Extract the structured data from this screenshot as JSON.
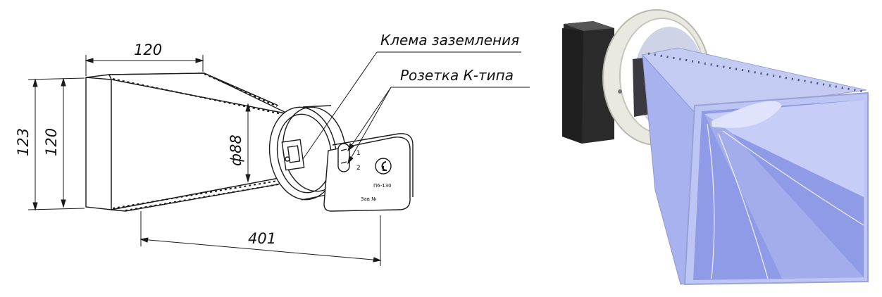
{
  "drawing": {
    "dimensions": {
      "width_top": "120",
      "height_outer": "123",
      "height_inner": "120",
      "diameter": "ф88",
      "length": "401"
    },
    "callouts": {
      "ground_terminal": "Клема заземления",
      "k_socket": "Розетка К-типа"
    },
    "plate": {
      "contact_1": "1",
      "contact_2": "2",
      "model": "П6-130",
      "serial": "Зав №"
    }
  },
  "colors": {
    "line": "#1a1a1a",
    "horn_fill": "#b8c2f2",
    "horn_face": "#9aa6ea",
    "body_dark": "#2b2b2b",
    "flange": "#ecece6"
  }
}
